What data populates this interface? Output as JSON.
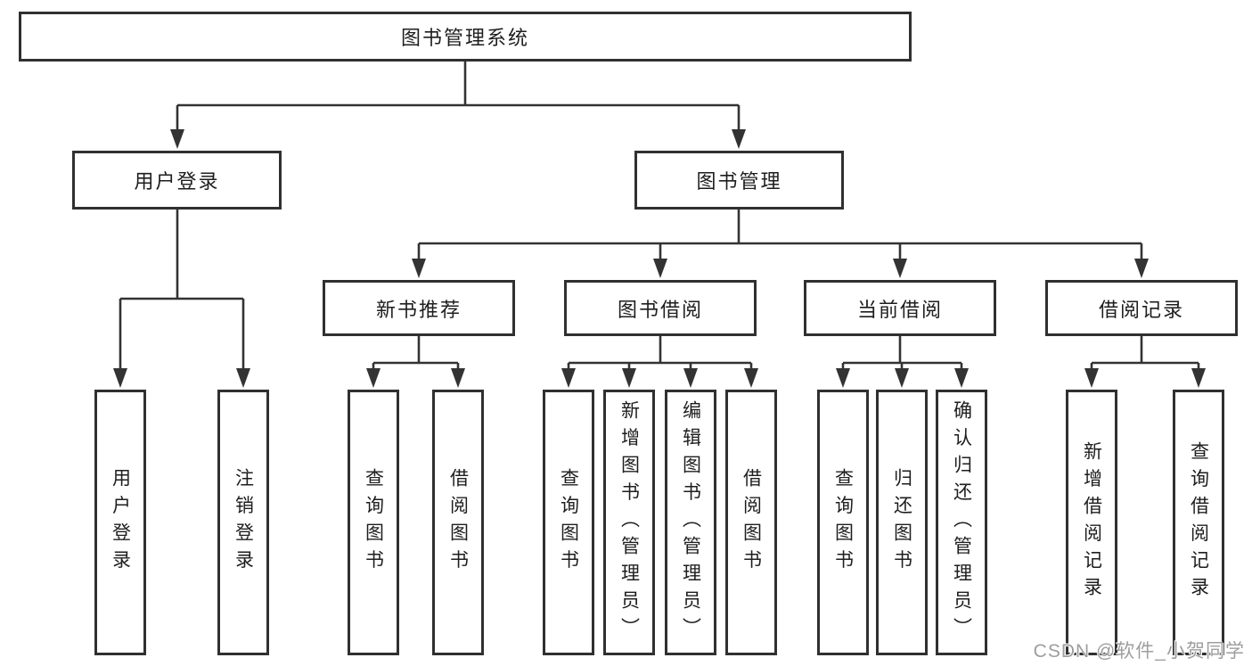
{
  "nodes": {
    "root": "图书管理系统",
    "level2": [
      "用户登录",
      "图书管理"
    ],
    "level3": [
      "新书推荐",
      "图书借阅",
      "当前借阅",
      "借阅记录"
    ],
    "leaves_user_login": [
      "用户登录",
      "注销登录"
    ],
    "leaves_new_book": [
      "查询图书",
      "借阅图书"
    ],
    "leaves_book_borrow": [
      "查询图书",
      "新增图书（管理员）",
      "编辑图书（管理员）",
      "借阅图书"
    ],
    "leaves_current_borrow": [
      "查询图书",
      "归还图书",
      "确认归还（管理员）"
    ],
    "leaves_borrow_records": [
      "新增借阅记录",
      "查询借阅记录"
    ]
  },
  "watermark": "CSDN @软件_小贺同学",
  "colors": {
    "line": "#333333",
    "box_border": "#303030",
    "text": "#1e1e1e",
    "background": "#ffffff",
    "watermark": "#9e9e9e"
  }
}
